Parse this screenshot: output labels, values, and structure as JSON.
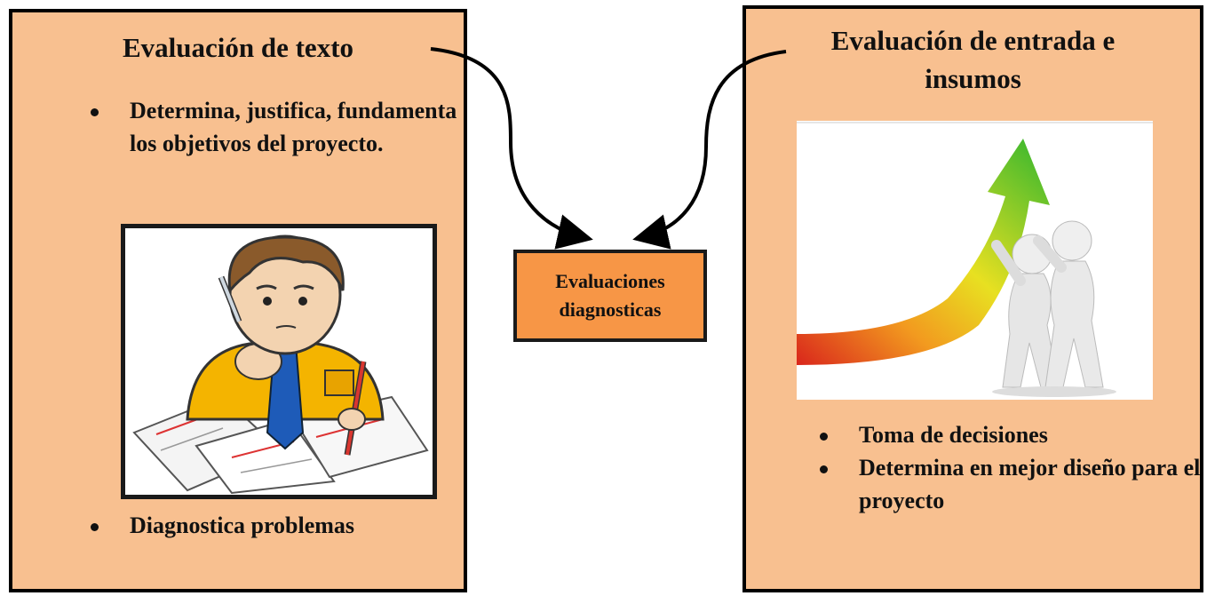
{
  "left_box": {
    "title": "Evaluación de texto",
    "bullets_top": [
      "Determina, justifica, fundamenta los objetivos del proyecto."
    ],
    "bullets_bottom": [
      "Diagnostica problemas"
    ],
    "image_icon": "student-writing-illustration"
  },
  "center_box": {
    "line1": "Evaluaciones",
    "line2": "diagnosticas"
  },
  "right_box": {
    "title_line1": "Evaluación de entrada e",
    "title_line2": "insumos",
    "image_icon": "growth-arrow-people-illustration",
    "bullets": [
      "Toma de decisiones",
      "Determina en mejor diseño para el proyecto"
    ]
  },
  "colors": {
    "panel_fill": "#f8c090",
    "center_fill": "#f79646",
    "border": "#000000"
  }
}
